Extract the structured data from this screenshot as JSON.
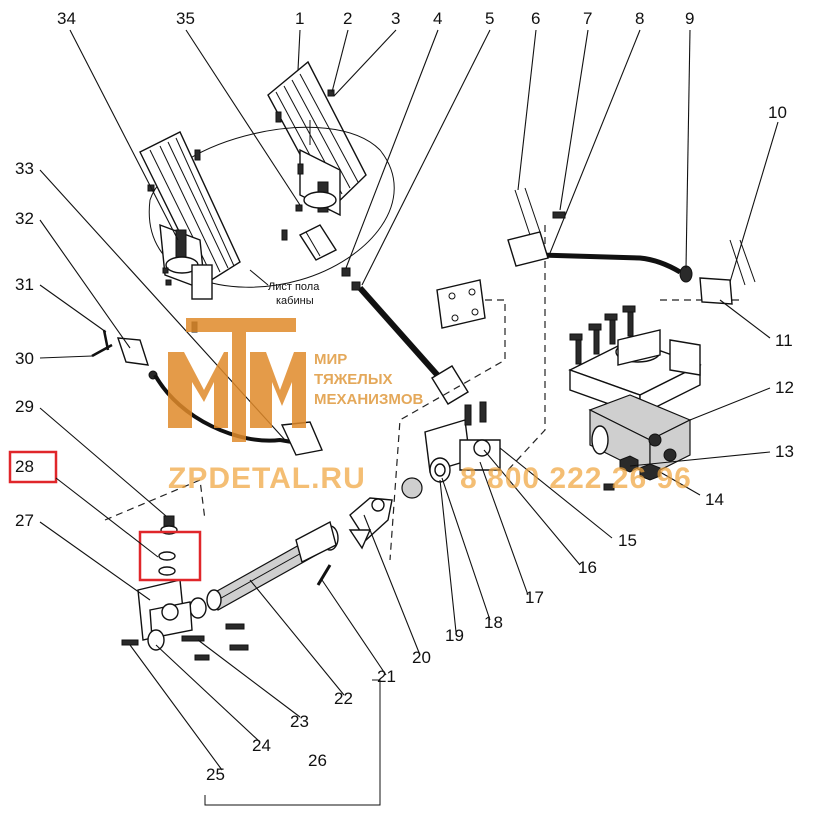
{
  "caption": {
    "line1": "Лист пола",
    "line2": "кабины"
  },
  "watermark": {
    "logo_line1": "МИР",
    "logo_line2": "ТЯЖЕЛЫХ",
    "logo_line3": "МЕХАНИЗМОВ",
    "site": "ZPDETAL.RU",
    "phone": "8 800 222 26 96"
  },
  "highlight_color": "#e0262a",
  "watermark_color": "#f0a640",
  "callouts": [
    "1",
    "2",
    "3",
    "4",
    "5",
    "6",
    "7",
    "8",
    "9",
    "10",
    "11",
    "12",
    "13",
    "14",
    "15",
    "16",
    "17",
    "18",
    "19",
    "20",
    "21",
    "22",
    "23",
    "24",
    "25",
    "26",
    "27",
    "28",
    "29",
    "30",
    "31",
    "32",
    "33",
    "34",
    "35"
  ]
}
